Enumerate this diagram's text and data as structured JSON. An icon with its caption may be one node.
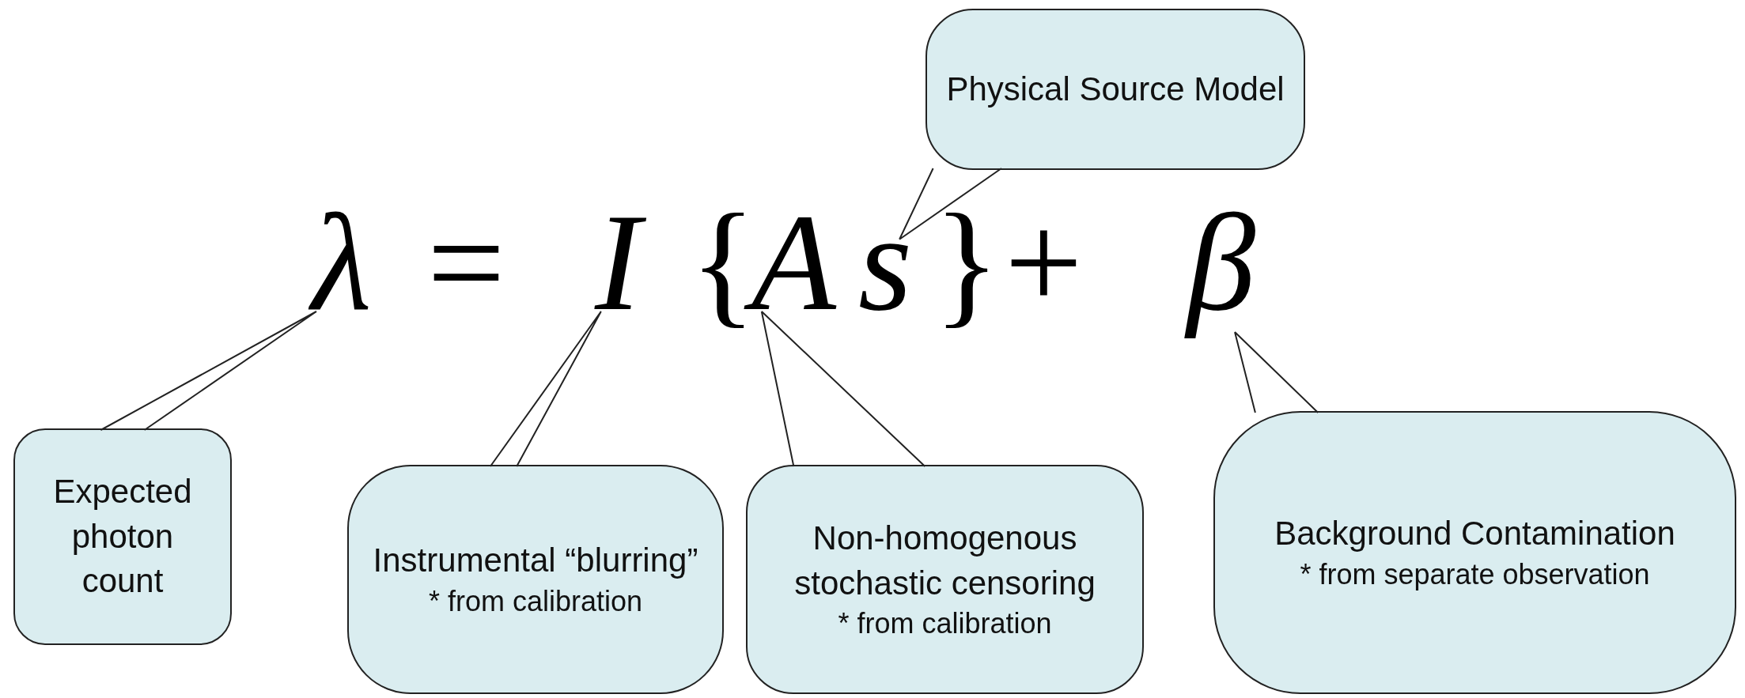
{
  "diagram": {
    "nodes": [
      {
        "text": [
          "Physical Source Model"
        ]
      },
      {
        "text": [
          "λ"
        ]
      },
      {
        "text": [
          "I"
        ]
      },
      {
        "text": [
          "A"
        ]
      },
      {
        "text": [
          "s"
        ]
      },
      {
        "text": [
          "β"
        ]
      },
      {
        "text": [
          "Expected photon count"
        ]
      },
      {
        "text": [
          "Instrumental “blurring”",
          "* from calibration"
        ]
      },
      {
        "text": [
          "Non-homogenous stochastic censoring",
          "* from calibration"
        ]
      },
      {
        "text": [
          "Background Contamination",
          "* from separate observation"
        ]
      }
    ],
    "edges": [
      {
        "from": 0,
        "to": 4,
        "arrow": "none"
      },
      {
        "from": 6,
        "to": 1,
        "arrow": "none"
      },
      {
        "from": 7,
        "to": 2,
        "arrow": "none"
      },
      {
        "from": 8,
        "to": 3,
        "arrow": "none"
      },
      {
        "from": 9,
        "to": 5,
        "arrow": "none"
      }
    ],
    "labels": [
      "=",
      "{",
      "}",
      "+"
    ]
  }
}
